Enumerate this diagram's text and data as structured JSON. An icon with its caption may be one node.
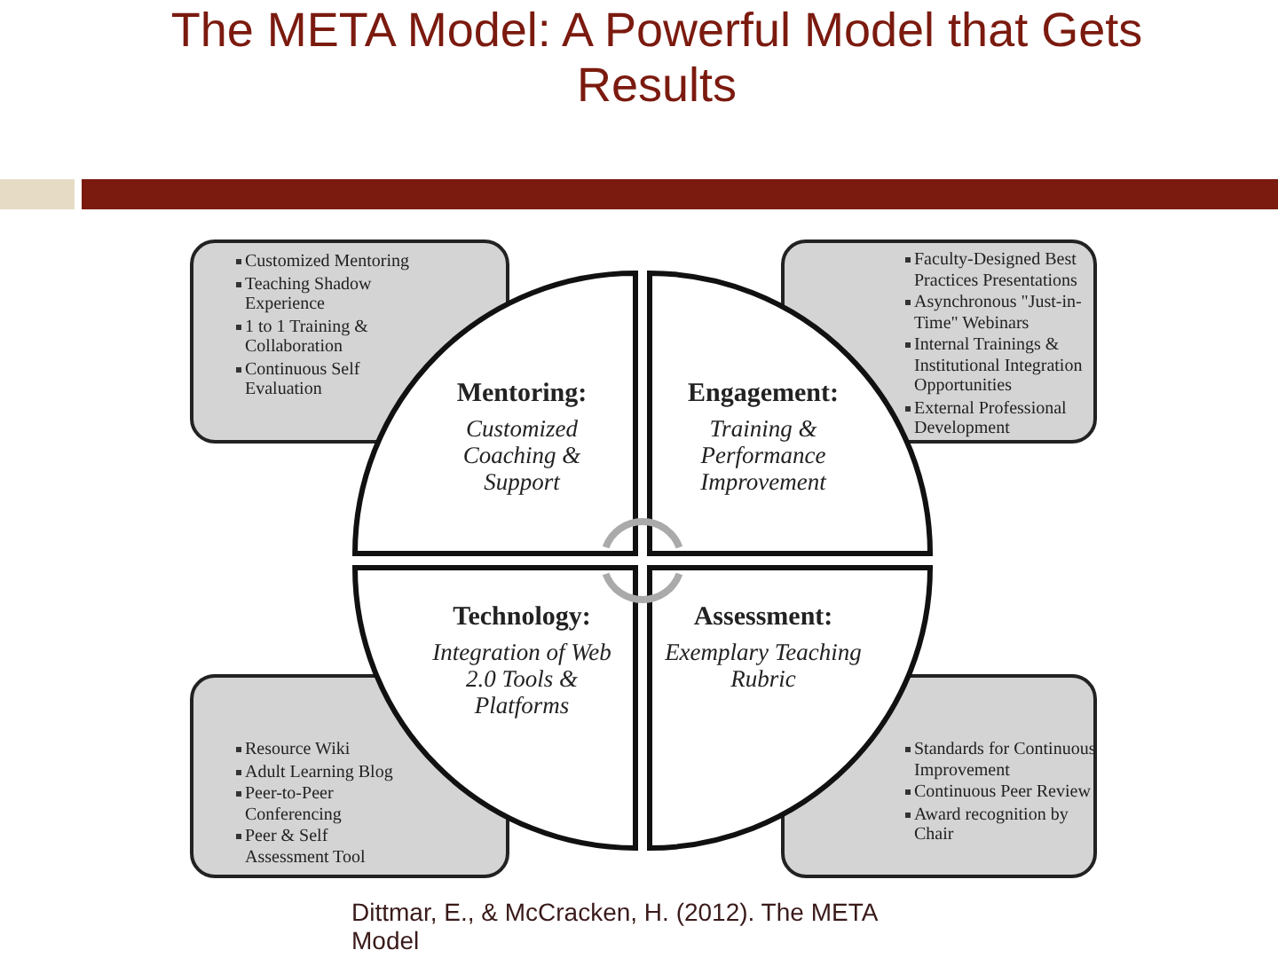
{
  "diagram": {
    "title": "The META Model: A Powerful Model that Gets Results",
    "caption": "Dittmar, E., & McCracken, H. (2012). The META Model",
    "nodes": [
      {
        "text": [
          "Customized Mentoring",
          "Teaching Shadow Experience",
          "1 to 1 Training & Collaboration",
          "Continuous Self Evaluation"
        ]
      },
      {
        "text": [
          "Mentoring:",
          "Customized Coaching & Support"
        ]
      },
      {
        "text": [
          "Engagement:",
          "Training & Performance Improvement"
        ]
      },
      {
        "text": [
          "Faculty-Designed  Best Practices Presentations",
          "Asynchronous \"Just-in-Time\" Webinars",
          "Internal Trainings & Institutional Integration Opportunities",
          "External Professional Development"
        ]
      },
      {
        "text": [
          "Technology:",
          "Integration of Web 2.0 Tools & Platforms"
        ]
      },
      {
        "text": [
          "Assessment:",
          "Exemplary Teaching Rubric"
        ]
      },
      {
        "text": [
          "Resource Wiki",
          "Adult Learning Blog",
          "Peer-to-Peer Conferencing",
          "Peer & Self Assessment Tool"
        ]
      },
      {
        "text": [
          "Standards for Continuous Improvement",
          "Continuous Peer Review",
          "Award recognition by Chair"
        ]
      }
    ]
  }
}
